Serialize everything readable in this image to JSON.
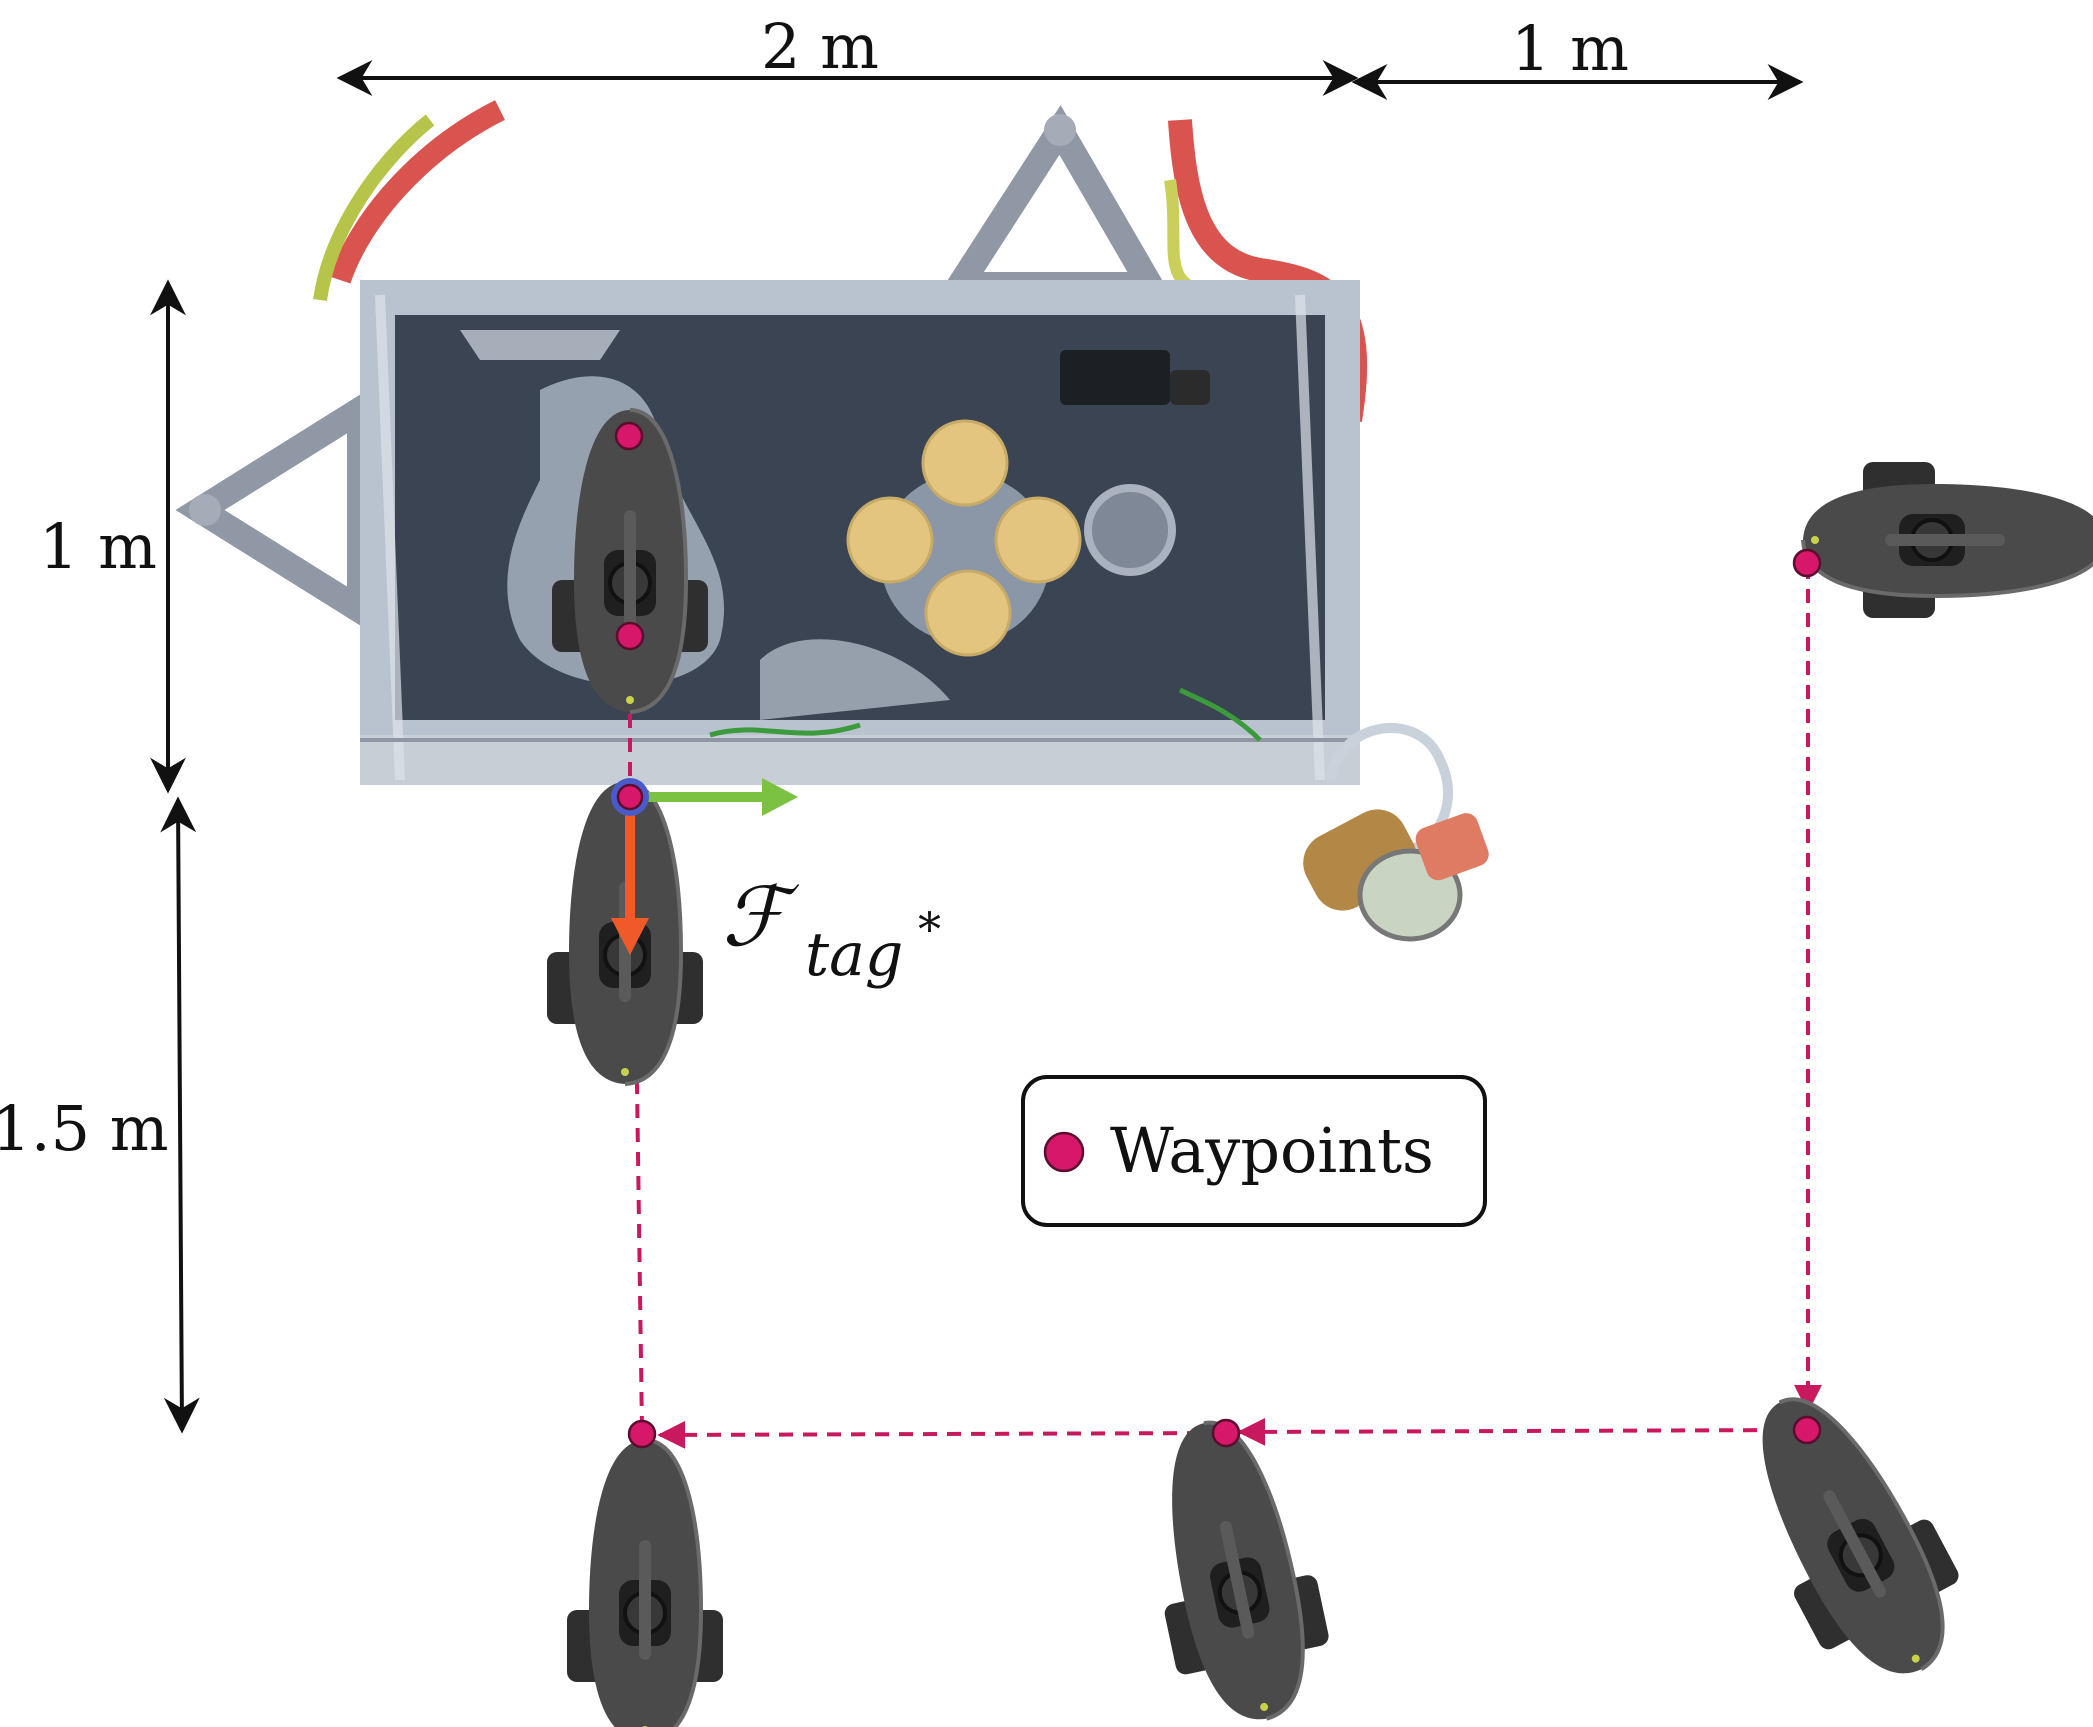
{
  "dimensions": {
    "top_left": "2 m",
    "top_right": "1 m",
    "left_upper": "1 m",
    "left_lower": "1.5 m"
  },
  "frame_label": {
    "symbol": "ℱ",
    "subscript": "tag",
    "superscript": "*"
  },
  "legend": {
    "label": "Waypoints"
  },
  "colors": {
    "waypoint": "#d6176a",
    "path": "#c8195f",
    "x_axis": "#7cc242",
    "y_axis": "#f05a28",
    "tag_origin": "#4a5bc9",
    "rov_body": "#4a4a4a"
  }
}
